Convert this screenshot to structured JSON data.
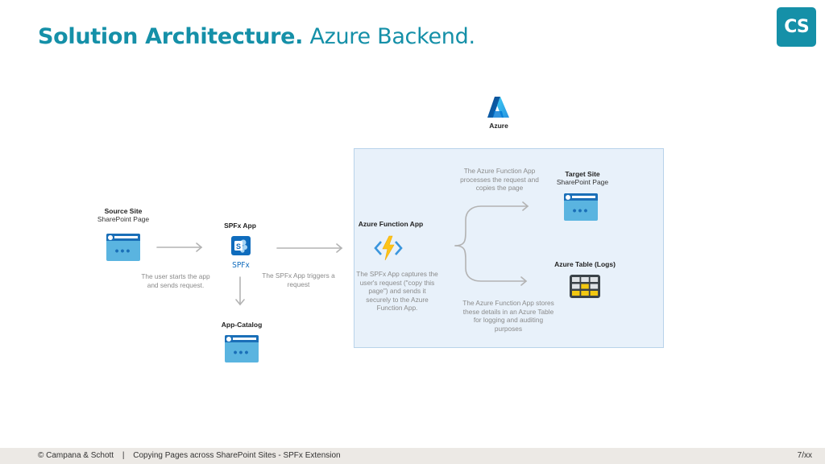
{
  "header": {
    "title_bold": "Solution Architecture.",
    "title_light": "Azure Backend.",
    "logo_text": "CS"
  },
  "diagram": {
    "azure_label": "Azure",
    "source_site": {
      "title": "Source Site",
      "subtitle": "SharePoint Page",
      "description": "The user starts the app and sends request."
    },
    "spfx_app": {
      "title": "SPFx App",
      "icon_text": "SPFx",
      "description": "The SPFx App triggers a request"
    },
    "app_catalog": {
      "title": "App-Catalog"
    },
    "function_app": {
      "title": "Azure Function App",
      "description": "The SPFx App captures the user's request (\"copy this page\") and sends it securely to the Azure Function App."
    },
    "target_site": {
      "title": "Target Site",
      "subtitle": "SharePoint Page",
      "description": "The Azure Function App processes the request and copies the page"
    },
    "azure_table": {
      "title": "Azure Table  (Logs)",
      "description": "The Azure Function App stores these details in an Azure Table for logging and auditing purposes"
    }
  },
  "footer": {
    "copyright": "© Campana & Schott",
    "separator": "|",
    "presentation": "Copying Pages across SharePoint Sites - SPFx Extension",
    "page": "7/xx"
  }
}
